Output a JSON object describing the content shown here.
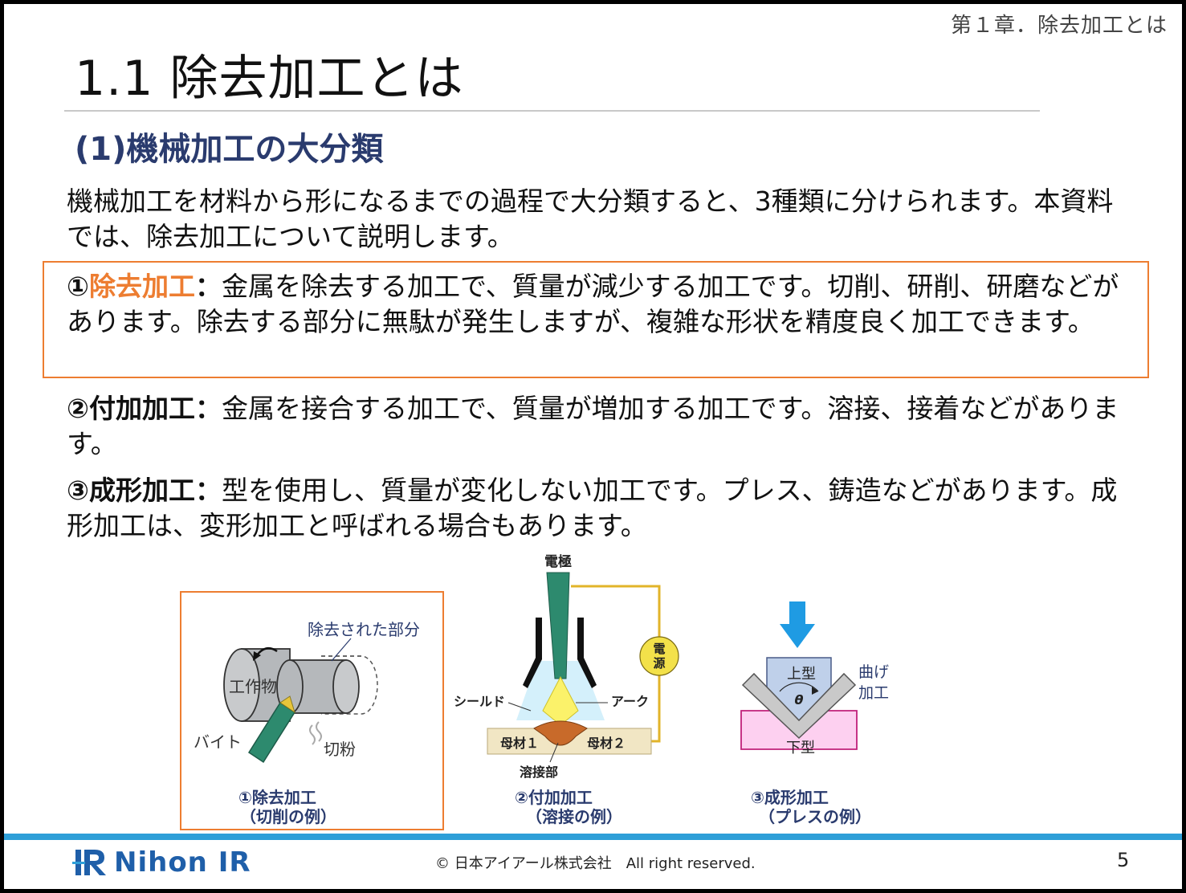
{
  "header": {
    "chapter": "第１章．除去加工とは",
    "title": "1.1 除去加工とは",
    "section": "(1)機械加工の大分類"
  },
  "body": {
    "intro": "機械加工を材料から形になるまでの過程で大分類すると、3種類に分けられます。本資料では、除去加工について説明します。",
    "items": [
      {
        "marker": "①",
        "term": "除去加工",
        "sep": "：",
        "text": "金属を除去する加工で、質量が減少する加工です。切削、研削、研磨などがあります。除去する部分に無駄が発生しますが、複雑な形状を精度良く加工できます。"
      },
      {
        "marker": "②",
        "term": "付加加工",
        "sep": "：",
        "text": "金属を接合する加工で、質量が増加する加工です。溶接、接着などがあります。"
      },
      {
        "marker": "③",
        "term": "成形加工",
        "sep": "：",
        "text": "型を使用し、質量が変化しない加工です。プレス、鋳造などがあります。成形加工は、変形加工と呼ばれる場合もあります。"
      }
    ]
  },
  "figures": {
    "cutting": {
      "removed_label": "除去された部分",
      "workpiece_label": "工作物",
      "tool_label": "バイト",
      "chips_label": "切粉",
      "caption_line1": "①除去加工",
      "caption_line2": "（切削の例）"
    },
    "welding": {
      "electrode_label": "電極",
      "power_label_1": "電",
      "power_label_2": "源",
      "shield_label": "シールド",
      "arc_label": "アーク",
      "base1_label": "母材１",
      "base2_label": "母材２",
      "weld_label": "溶接部",
      "caption_line1": "②付加加工",
      "caption_line2": "（溶接の例）"
    },
    "press": {
      "upper_die_label": "上型",
      "angle_label": "θ",
      "bend_label_1": "曲げ",
      "bend_label_2": "加工",
      "lower_die_label": "下型",
      "caption_line1": "③成形加工",
      "caption_line2": "（プレスの例）"
    }
  },
  "footer": {
    "logo_text": "Nihon IR",
    "copyright": "© 日本アイアール株式会社　All right reserved.",
    "page_number": "5"
  },
  "colors": {
    "accent_orange": "#ed7d31",
    "section_navy": "#2a3b6e",
    "footer_blue": "#2e9fd8",
    "logo_blue": "#1f5fa9"
  }
}
